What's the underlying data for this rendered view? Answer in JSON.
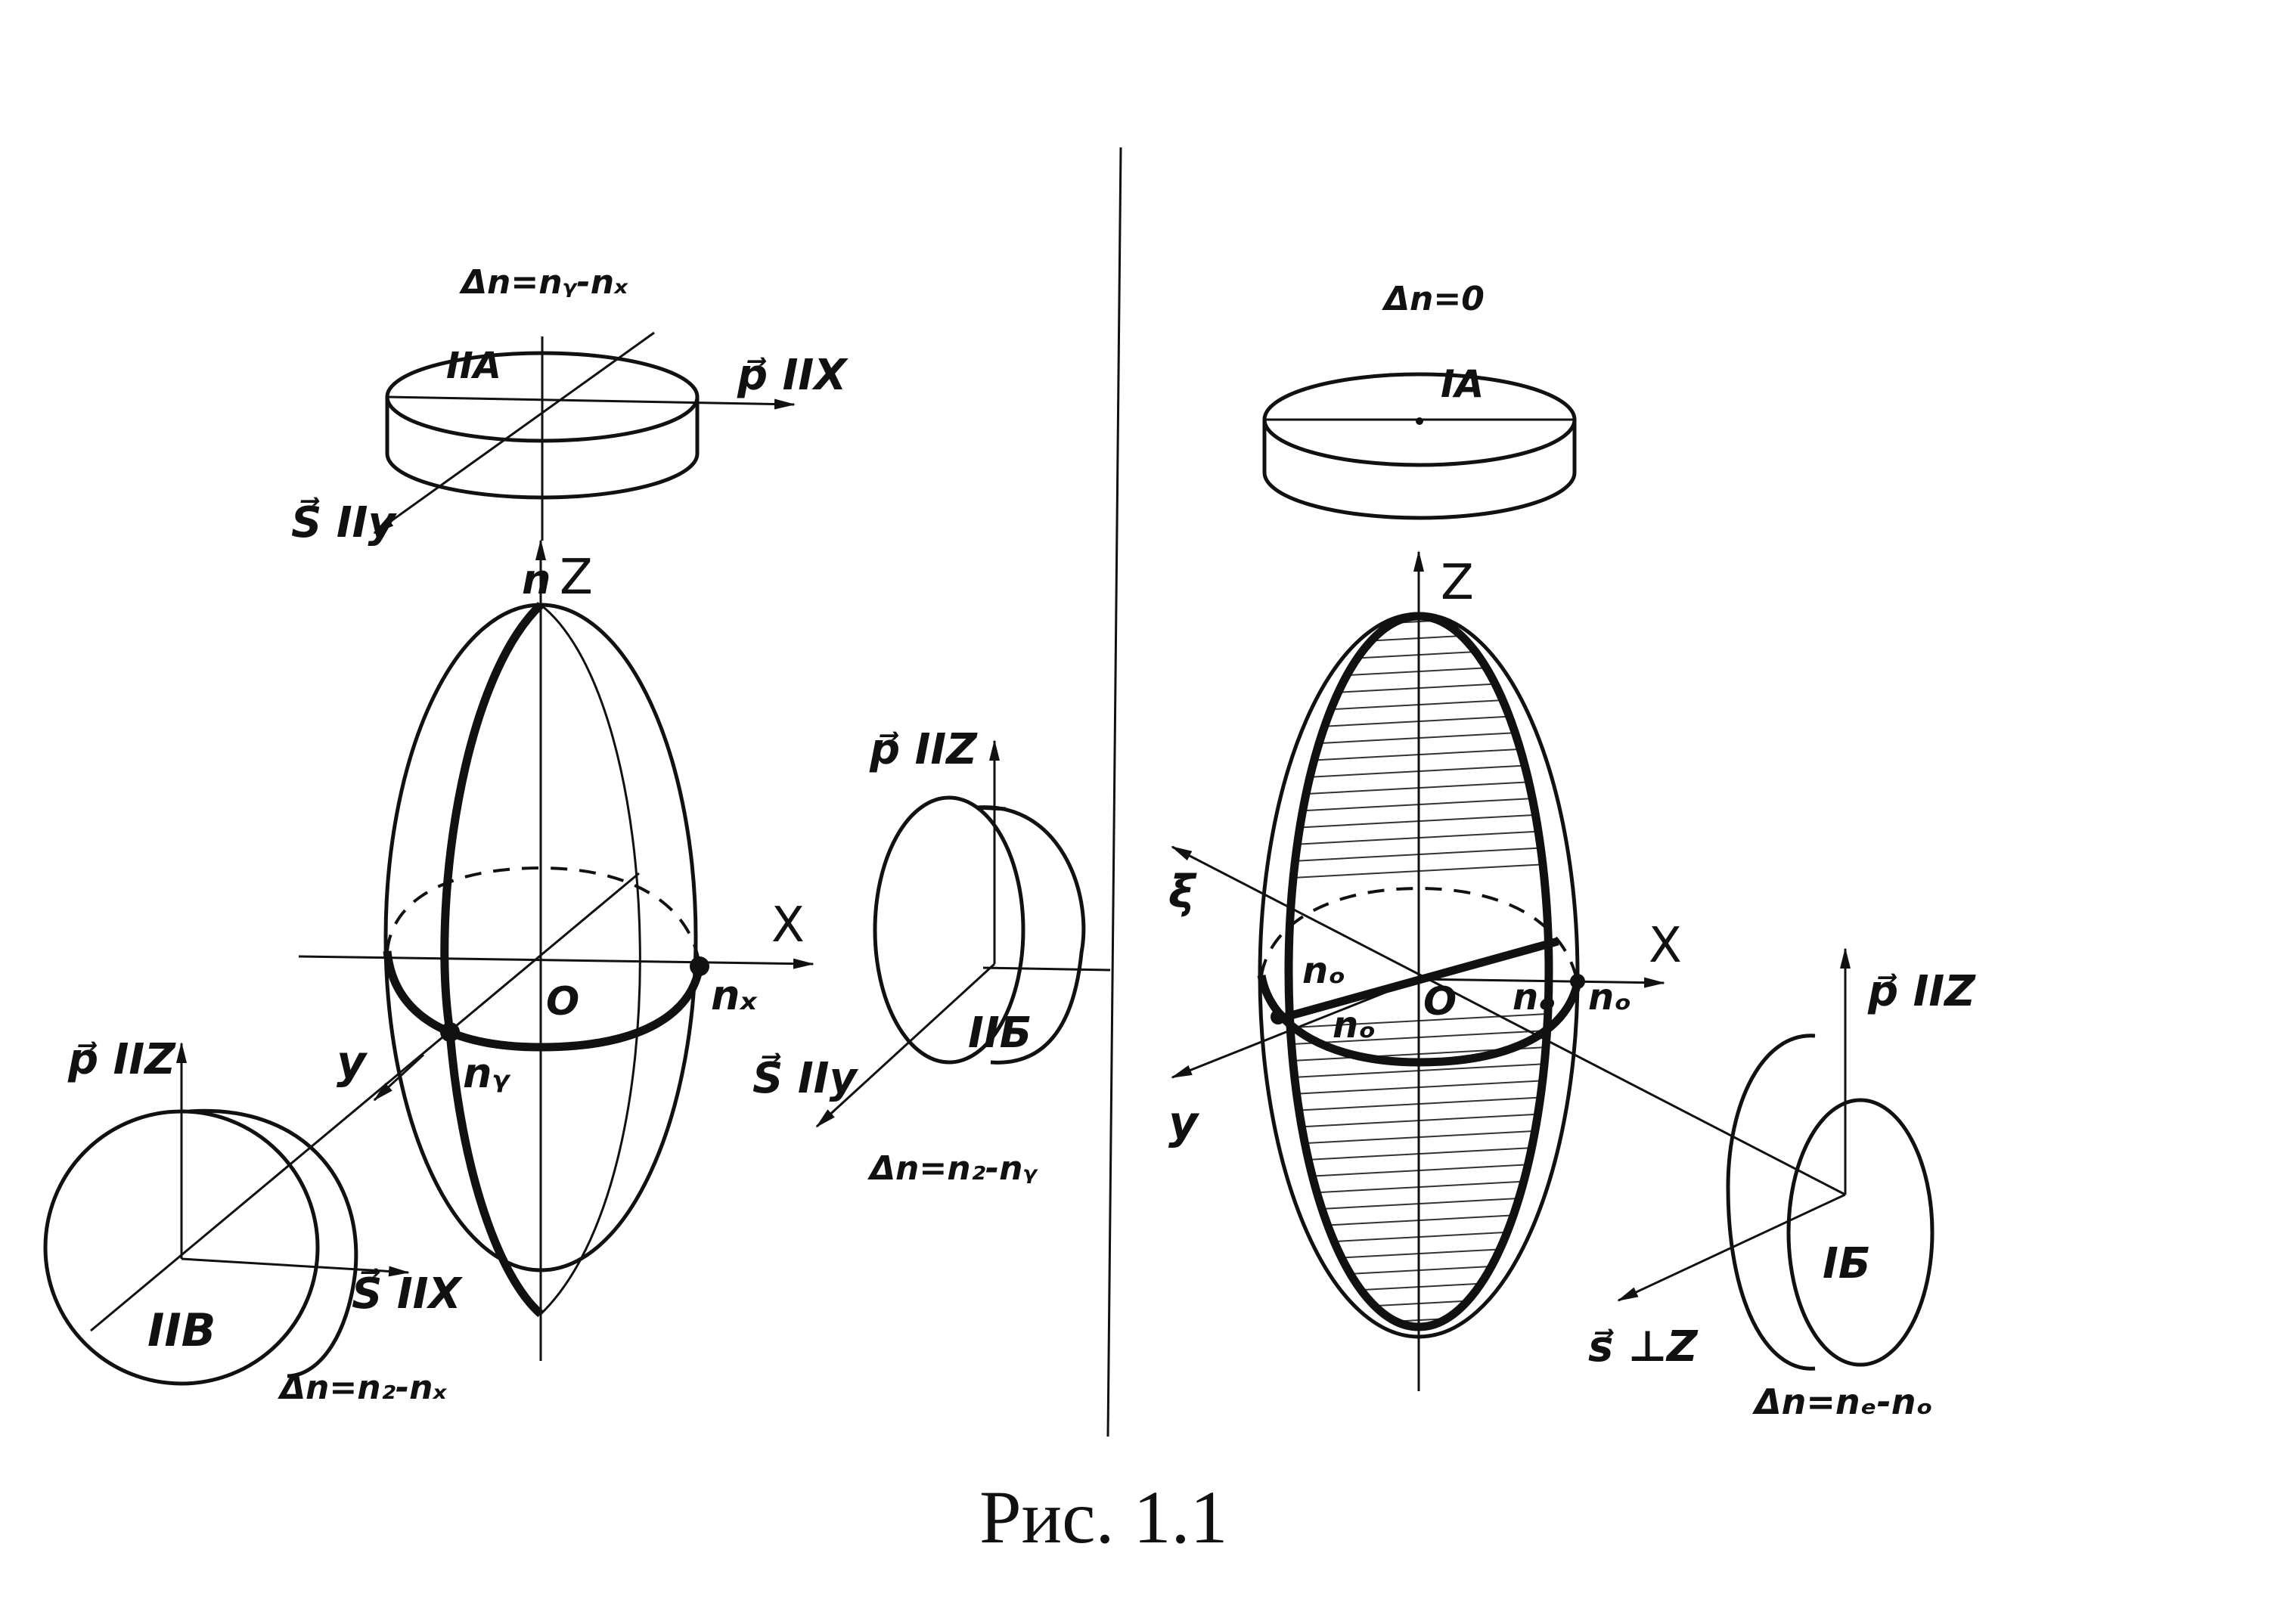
{
  "caption": "Рис. 1.1",
  "left": {
    "axes": {
      "z": "Z",
      "x": "X",
      "y": "y",
      "origin": "O"
    },
    "indices": {
      "nz": "n",
      "nx": "nₓ",
      "ny": "nᵧ"
    },
    "plate_IIA": {
      "name": "IIA",
      "p": "p⃗ IIX",
      "s": "S⃗ IIy",
      "dn": "Δn=nᵧ-nₓ"
    },
    "plate_IIB": {
      "name": "IIБ",
      "p": "p⃗ IIZ",
      "s": "S⃗ IIy",
      "dn": "Δn=n₂-nᵧ"
    },
    "plate_IIV": {
      "name": "IIВ",
      "p": "p⃗ IIZ",
      "s": "S⃗ IIX",
      "dn": "Δn=n₂-nₓ"
    }
  },
  "right": {
    "axes": {
      "z": "Z",
      "x": "X",
      "y": "y",
      "origin": "O",
      "xi": "ξ"
    },
    "indices": {
      "no_left": "nₒ",
      "no_front": "nₒ",
      "no_mid": "nₒ",
      "no_right": "nₒ"
    },
    "plate_IA": {
      "name": "IA",
      "dn": "Δn=0"
    },
    "plate_IB": {
      "name": "IБ",
      "p": "p⃗ IIZ",
      "s": "s⃗ ⊥Z",
      "dn": "Δn=nₑ-nₒ"
    }
  }
}
